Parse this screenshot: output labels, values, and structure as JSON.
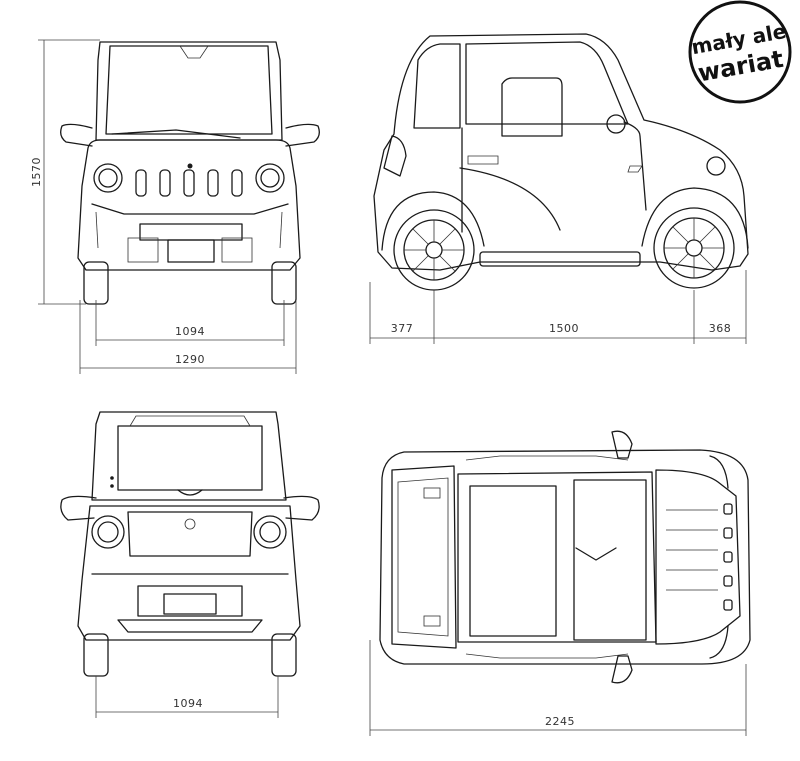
{
  "dimensions": {
    "height": "1570",
    "track_front": "1094",
    "width_total": "1290",
    "front_overhang": "377",
    "wheelbase": "1500",
    "rear_overhang": "368",
    "track_rear": "1094",
    "length_total": "2245"
  },
  "logo": {
    "line1": "mały ale",
    "line2": "wariat"
  },
  "colors": {
    "stroke": "#1a1a1a",
    "background": "#ffffff"
  }
}
